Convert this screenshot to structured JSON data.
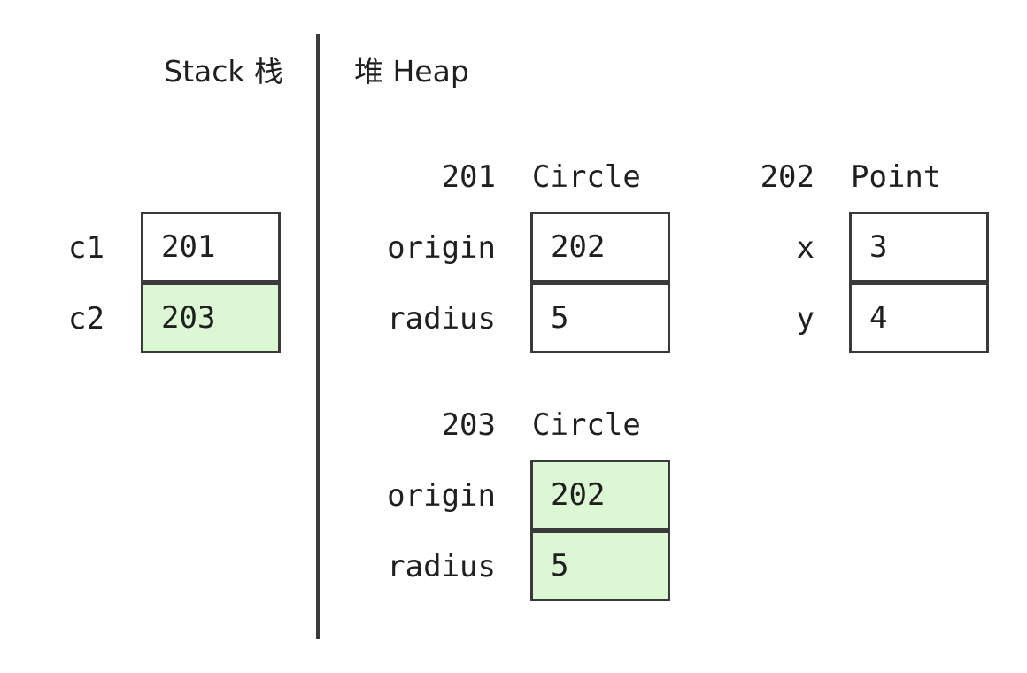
{
  "colors": {
    "text": "#1f1f1f",
    "border": "#3a3a3a",
    "divider": "#3a3a3a",
    "highlight": "#dcf7d4",
    "plain": "#ffffff"
  },
  "stack": {
    "heading": "Stack 栈",
    "vars": [
      {
        "name": "c1",
        "value": "201",
        "highlighted": false
      },
      {
        "name": "c2",
        "value": "203",
        "highlighted": true
      }
    ]
  },
  "heap": {
    "heading": "堆 Heap",
    "objects": [
      {
        "address": "201",
        "type": "Circle",
        "fields": [
          {
            "name": "origin",
            "value": "202",
            "highlighted": false
          },
          {
            "name": "radius",
            "value": "5",
            "highlighted": false
          }
        ]
      },
      {
        "address": "202",
        "type": "Point",
        "fields": [
          {
            "name": "x",
            "value": "3",
            "highlighted": false
          },
          {
            "name": "y",
            "value": "4",
            "highlighted": false
          }
        ]
      },
      {
        "address": "203",
        "type": "Circle",
        "fields": [
          {
            "name": "origin",
            "value": "202",
            "highlighted": true
          },
          {
            "name": "radius",
            "value": "5",
            "highlighted": true
          }
        ]
      }
    ]
  }
}
